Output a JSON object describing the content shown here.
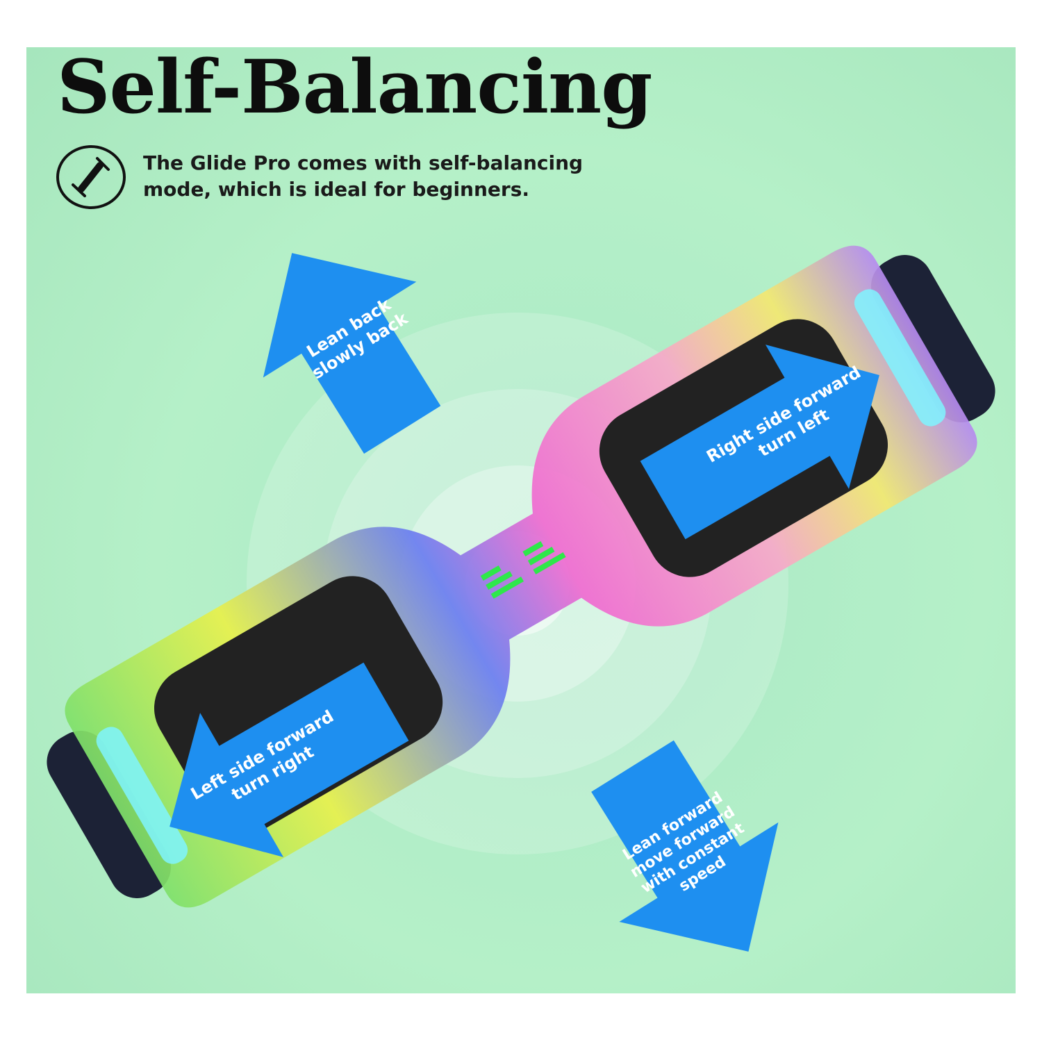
{
  "heading": "Self-Balancing",
  "description": {
    "line1": "The Glide Pro comes with self-balancing",
    "line2": "mode, which is ideal for beginners."
  },
  "arrows": {
    "lean_back": {
      "line1": "Lean back",
      "line2": "slowly back"
    },
    "right_side": {
      "line1": "Right side forward",
      "line2": "turn left"
    },
    "left_side": {
      "line1": "Left side forward",
      "line2": "turn right"
    },
    "lean_forward": {
      "line1": "Lean forward",
      "line2": "move forward",
      "line3": "with constant",
      "line4": "speed"
    }
  },
  "colors": {
    "background": "#b3efc8",
    "arrow": "#1e8ff0",
    "text": "#0d0d0d"
  }
}
